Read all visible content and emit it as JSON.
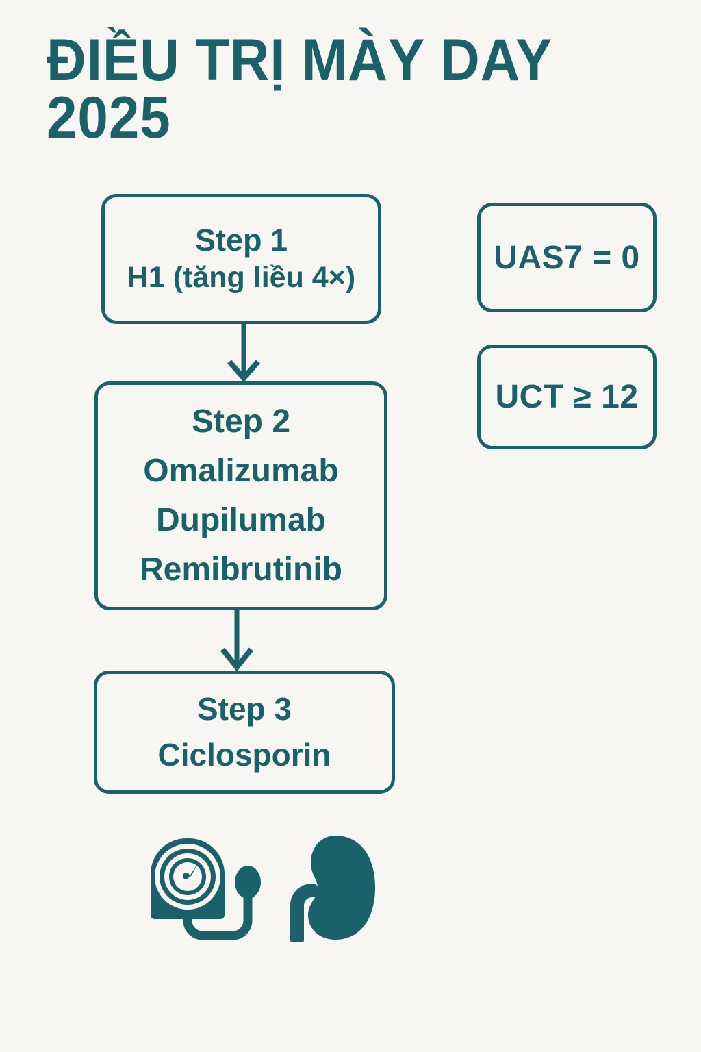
{
  "page": {
    "background_color": "#f7f6f2",
    "accent_color": "#1b6169",
    "title": "ĐIỀU TRỊ MÀY DAY\n2025"
  },
  "flow": {
    "steps": [
      {
        "id": "step-1",
        "heading": "Step 1",
        "detail": "H1 (tăng liều 4×)"
      },
      {
        "id": "step-2",
        "heading": "Step 2",
        "drugs": [
          "Omalizumab",
          "Dupilumab",
          "Remibrutinib"
        ]
      },
      {
        "id": "step-3",
        "heading": "Step 3",
        "detail": "Ciclosporin"
      }
    ],
    "arrows": [
      {
        "id": "arrow-step1-to-step2",
        "direction": "down"
      },
      {
        "id": "arrow-step2-to-step3",
        "direction": "down"
      }
    ]
  },
  "targets": [
    {
      "id": "uas7",
      "label": "UAS7 = 0"
    },
    {
      "id": "uct",
      "label": "UCT ≥ 12"
    }
  ],
  "icons": [
    {
      "id": "blood-pressure-monitor",
      "name": "blood-pressure-monitor-icon"
    },
    {
      "id": "kidney",
      "name": "kidney-icon"
    }
  ]
}
